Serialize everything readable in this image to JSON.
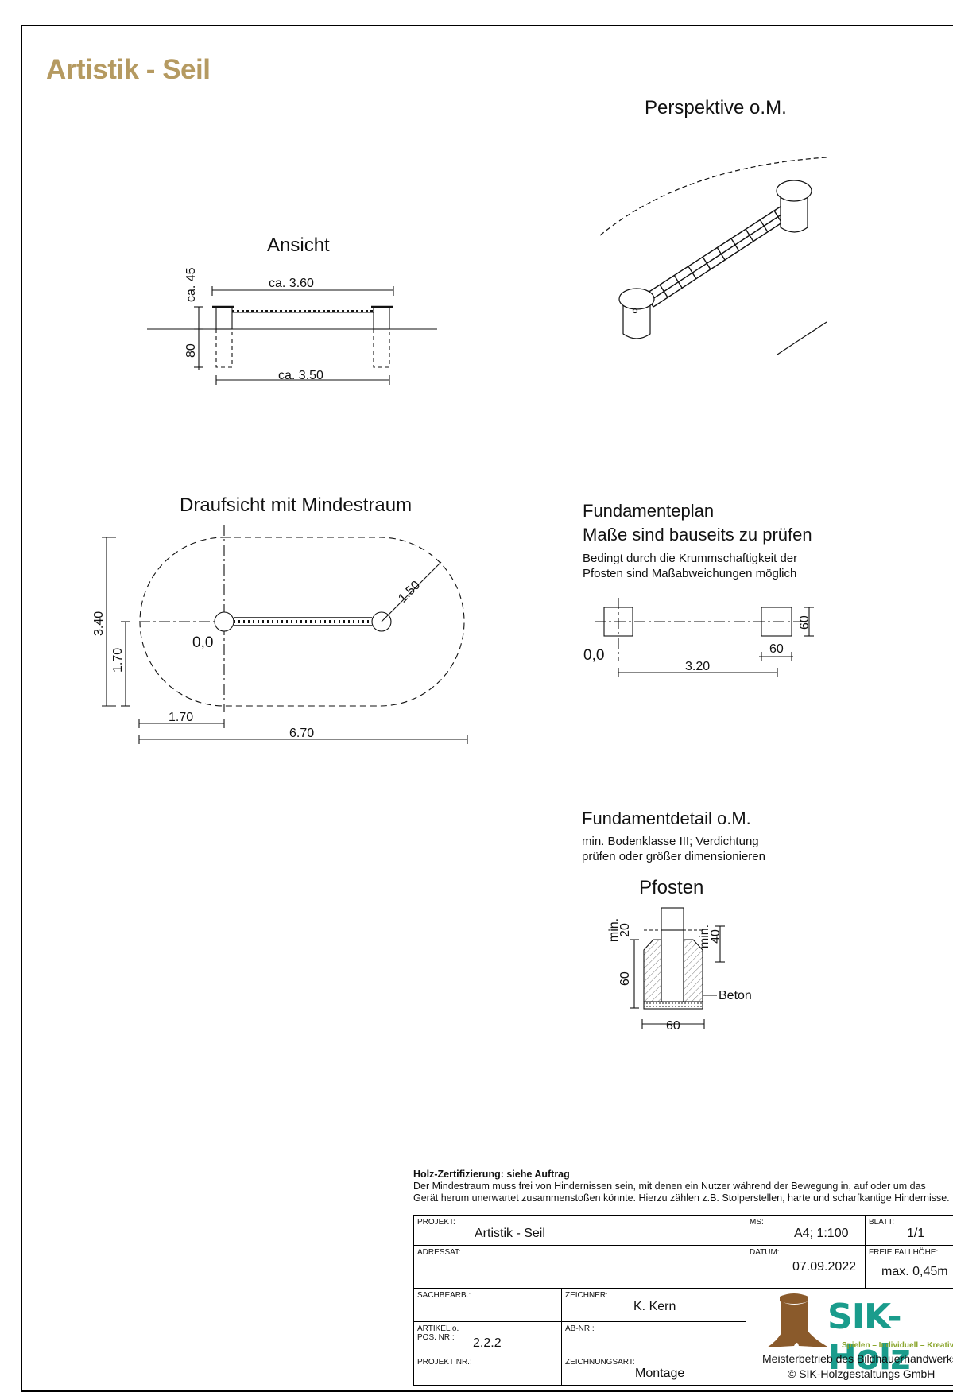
{
  "title": "Artistik - Seil",
  "views": {
    "perspective": {
      "title": "Perspektive o.M."
    },
    "ansicht": {
      "title": "Ansicht",
      "dim_top": "ca. 3.60",
      "dim_bottom": "ca. 3.50",
      "dim_height_above": "ca. 45",
      "dim_depth": "80"
    },
    "draufsicht": {
      "title": "Draufsicht mit Mindestraum",
      "radius": "1.50",
      "origin": "0,0",
      "dim_total_height": "3.40",
      "dim_half_height": "1.70",
      "dim_half_width": "1.70",
      "dim_total_width": "6.70"
    },
    "fundamenteplan": {
      "title_line1": "Fundamenteplan",
      "title_line2": "Maße sind bauseits zu prüfen",
      "note_line1": "Bedingt durch die Krummschaftigkeit der",
      "note_line2": "Pfosten sind Maßabweichungen möglich",
      "origin": "0,0",
      "dim_distance": "3.20",
      "dim_width": "60",
      "dim_height": "60"
    },
    "fundamentdetail": {
      "title": "Fundamentdetail o.M.",
      "note_line1": "min. Bodenklasse III; Verdichtung",
      "note_line2": "prüfen oder größer dimensionieren",
      "post_label": "Pfosten",
      "dim_min20": "min. 20",
      "dim_min40": "min. 40",
      "dim_depth": "60",
      "dim_width": "60",
      "beton_label": "Beton"
    }
  },
  "notes": {
    "heading": "Holz-Zertifizierung: siehe Auftrag",
    "line1": "Der Mindestraum muss frei von Hindernissen sein, mit denen ein Nutzer während der Bewegung in, auf oder um das",
    "line2": "Gerät herum unerwartet zusammenstoßen könnte. Hierzu zählen z.B. Stolperstellen, harte und scharfkantige Hindernisse."
  },
  "title_block": {
    "projekt_label": "PROJEKT:",
    "projekt_value": "Artistik - Seil",
    "ms_label": "MS:",
    "ms_value": "A4; 1:100",
    "blatt_label": "BLATT:",
    "blatt_value": "1/1",
    "adressat_label": "ADRESSAT:",
    "datum_label": "DATUM:",
    "datum_value": "07.09.2022",
    "fallhoehe_label": "FREIE FALLHÖHE:",
    "fallhoehe_value": "max. 0,45m",
    "sachbearb_label": "SACHBEARB.:",
    "zeichner_label": "ZEICHNER:",
    "zeichner_value": "K. Kern",
    "artikel_label_1": "ARTIKEL o.",
    "artikel_label_2": "POS. NR.:",
    "artikel_value": "2.2.2",
    "abnr_label": "AB-NR.:",
    "projektnr_label": "PROJEKT NR.:",
    "zeichnungsart_label": "ZEICHNUNGSART:",
    "zeichnungsart_value": "Montage",
    "logo_text": "SIK-Holz",
    "logo_tagline": "Spielen – Individuell – Kreativ",
    "company_line1": "Meisterbetrieb des Bildhauerhandwerks",
    "company_line2": "© SIK-Holzgestaltungs GmbH",
    "logo_color": "#1a9c8c",
    "tagline_color": "#8aa52b",
    "stump_color": "#8a5a2b"
  },
  "colors": {
    "title": "#b59a61"
  }
}
